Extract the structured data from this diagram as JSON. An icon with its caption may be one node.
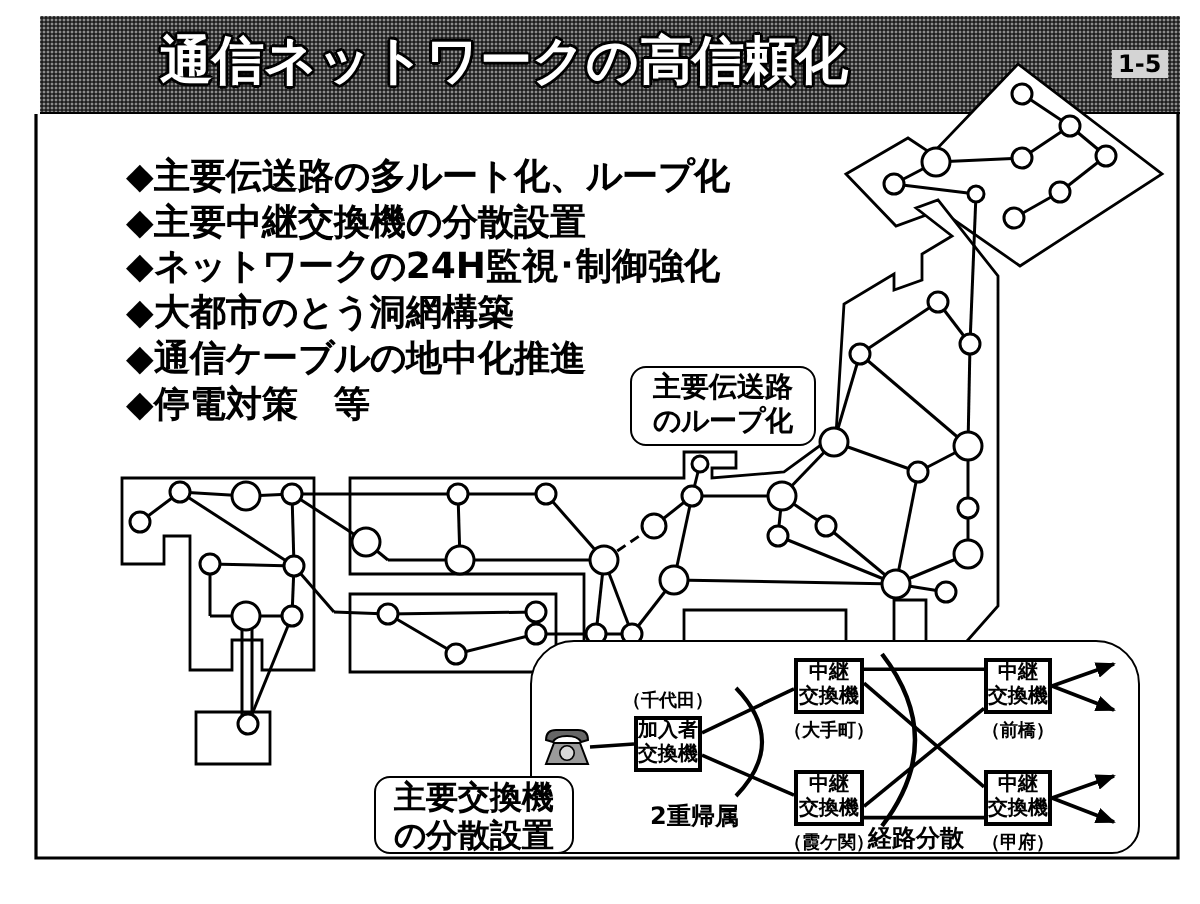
{
  "diagram": {
    "title": "通信ネットワークの高信頼化",
    "nodes": [
      {
        "text": [
          "主要伝送路のループ化"
        ]
      },
      {
        "text": [
          "主要交換機の分散設置"
        ]
      },
      {
        "text": [],
        "shape": "picture"
      },
      {
        "text": [
          "加入者交換機"
        ],
        "beside": [
          "（千代田）"
        ]
      },
      {
        "text": [
          "中継交換機"
        ],
        "beside": [
          "（大手町）"
        ]
      },
      {
        "text": [
          "中継交換機"
        ],
        "beside": [
          "（霞ケ関）"
        ]
      },
      {
        "text": [
          "中継交換機"
        ],
        "beside": [
          "（前橋）"
        ]
      },
      {
        "text": [
          "中継交換機"
        ],
        "beside": [
          "（甲府）"
        ]
      }
    ],
    "edges": [
      {
        "from": 2,
        "to": 3,
        "arrow": "none"
      },
      {
        "from": 3,
        "to": 4,
        "arrow": "none"
      },
      {
        "from": 3,
        "to": 5,
        "arrow": "none"
      },
      {
        "from": 4,
        "to": 6,
        "arrow": "none"
      },
      {
        "from": 4,
        "to": 7,
        "arrow": "none"
      },
      {
        "from": 5,
        "to": 6,
        "arrow": "none"
      },
      {
        "from": 5,
        "to": 7,
        "arrow": "none"
      },
      {
        "from": 6,
        "to": null,
        "arrow": "to"
      },
      {
        "from": 6,
        "to": null,
        "arrow": "to"
      },
      {
        "from": 7,
        "to": null,
        "arrow": "to"
      },
      {
        "from": 7,
        "to": null,
        "arrow": "to"
      }
    ],
    "labels": [
      "1-5",
      "◆主要伝送路の多ルート化、ループ化",
      "◆主要中継交換機の分散設置",
      "◆ネットワークの24H監視･制御強化",
      "◆大都市のとう洞網構築",
      "◆通信ケーブルの地中化推進",
      "◆停電対策　等",
      "2重帰属",
      "経路分散"
    ]
  }
}
